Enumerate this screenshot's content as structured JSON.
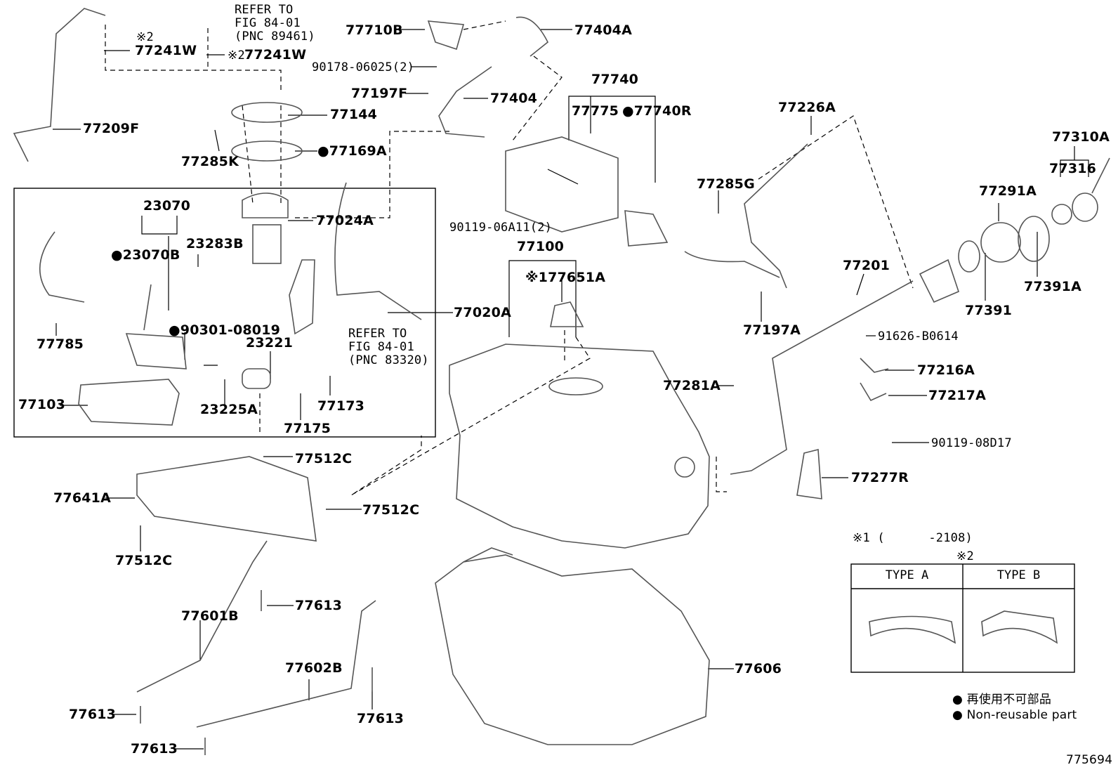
{
  "labels": {
    "p77209F": "77209F",
    "p77241W_a": "77241W",
    "p77241W_b": "77241W",
    "mark2_a": "※2",
    "mark2_b": "※2",
    "ref1_l1": "REFER TO",
    "ref1_l2": "FIG 84-01",
    "ref1_l3": "(PNC 89461)",
    "p77144": "77144",
    "p77285K": "77285K",
    "p77169A": "●77169A",
    "p77024A": "77024A",
    "p23070": "23070",
    "p23070B": "●23070B",
    "p23283B": "23283B",
    "p90301": "●90301-08019",
    "p23221": "23221",
    "p23225A": "23225A",
    "p77175": "77175",
    "p77173": "77173",
    "p77785": "77785",
    "p77103": "77103",
    "ref2_l1": "REFER TO",
    "ref2_l2": "FIG 84-01",
    "ref2_l3": "(PNC 83320)",
    "p77020A": "77020A",
    "p77512C_a": "77512C",
    "p77512C_b": "77512C",
    "p77512C_c": "77512C",
    "p77641A": "77641A",
    "p77601B": "77601B",
    "p77613_a": "77613",
    "p77613_b": "77613",
    "p77613_c": "77613",
    "p77613_d": "77613",
    "p77602B": "77602B",
    "p77606": "77606",
    "p77710B": "77710B",
    "p77404A": "77404A",
    "p90178": "90178-06025(2)",
    "p77197F": "77197F",
    "p77404": "77404",
    "p77740": "77740",
    "p77775": "77775",
    "p77740R": "●77740R",
    "p90119_06A11": "90119-06A11(2)",
    "p77100": "77100",
    "p77651A": "※177651A",
    "p77226A": "77226A",
    "p77285G": "77285G",
    "p77197A": "77197A",
    "p77281A": "77281A",
    "p77201": "77201",
    "p77291A": "77291A",
    "p77310A": "77310A",
    "p77316": "77316",
    "p77391A": "77391A",
    "p77391": "77391",
    "p91626": "91626-B0614",
    "p77216A": "77216A",
    "p77217A": "77217A",
    "p90119_08D17": "90119-08D17",
    "p77277R": "77277R",
    "note1": "※1 (      -2108)",
    "note2_mark": "※2",
    "type_a": "TYPE A",
    "type_b": "TYPE B",
    "legend_jp": "● 再使用不可部品",
    "legend_en": "● Non-reusable part",
    "diagram_id": "775694"
  }
}
